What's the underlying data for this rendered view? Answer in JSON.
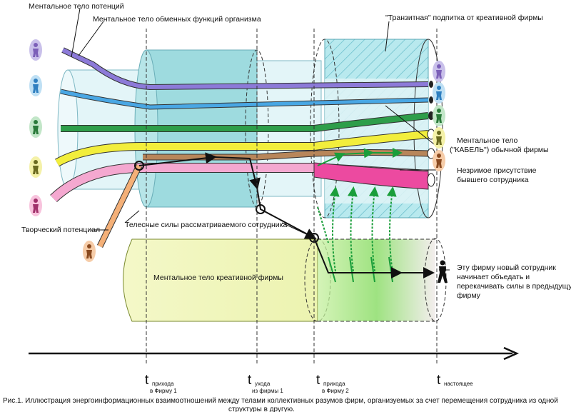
{
  "labels": {
    "mental_potential": "Ментальное тело потенций",
    "mental_exchange": "Ментальное тело обменных функций организма",
    "transit": "\"Транзитная\" подпитка от креативной фирмы",
    "mental_cable_1": "Ментальное тело",
    "mental_cable_2": "(\"КАБЕЛЬ\") обычной фирмы",
    "invisible_1": "Незримое присутствие",
    "invisible_2": "бывшего сотрудника",
    "creative_potential": "Творческий потенциал",
    "body_forces": "Телесные силы рассматриваемого сотрудника",
    "creative_firm_body": "Ментальное тело креативной фирмы",
    "new_emp_1": "Эту фирму новый сотрудник",
    "new_emp_2": "начинает объедать и",
    "new_emp_3": "перекачивать силы в предыдущую",
    "new_emp_4": "фирму"
  },
  "timeline": {
    "t1_sub_1": "прихода",
    "t1_sub_2": "в Фирму 1",
    "t2_sub_1": "ухода",
    "t2_sub_2": "из фирмы 1",
    "t3_sub_1": "прихода",
    "t3_sub_2": "в Фирму 2",
    "t4_sub": "настоящее",
    "t_symbol": "t"
  },
  "caption_1": "Рис.1. Иллюстрация энергоинформационных взаимоотношений между телами коллективных разумов фирм, организуемых за счет перемещения сотрудника из одной",
  "caption_2": "структуры в другую.",
  "colors": {
    "purple": "#8c7ad8",
    "blue": "#49a7e4",
    "green": "#2e9e4a",
    "yellow": "#f2ee3c",
    "pink": "#ec4aa0",
    "brown": "#a0704a",
    "orange": "#f0a060",
    "light_cyan": "#dff3f6",
    "mid_cyan": "#8fd8dc",
    "hatch_cyan": "#a9e3ea"
  },
  "icons": [
    "person-purple-icon",
    "person-blue-icon",
    "person-green-icon",
    "person-yellow-icon",
    "person-pink-icon",
    "person-orange-icon",
    "person-black-icon"
  ]
}
